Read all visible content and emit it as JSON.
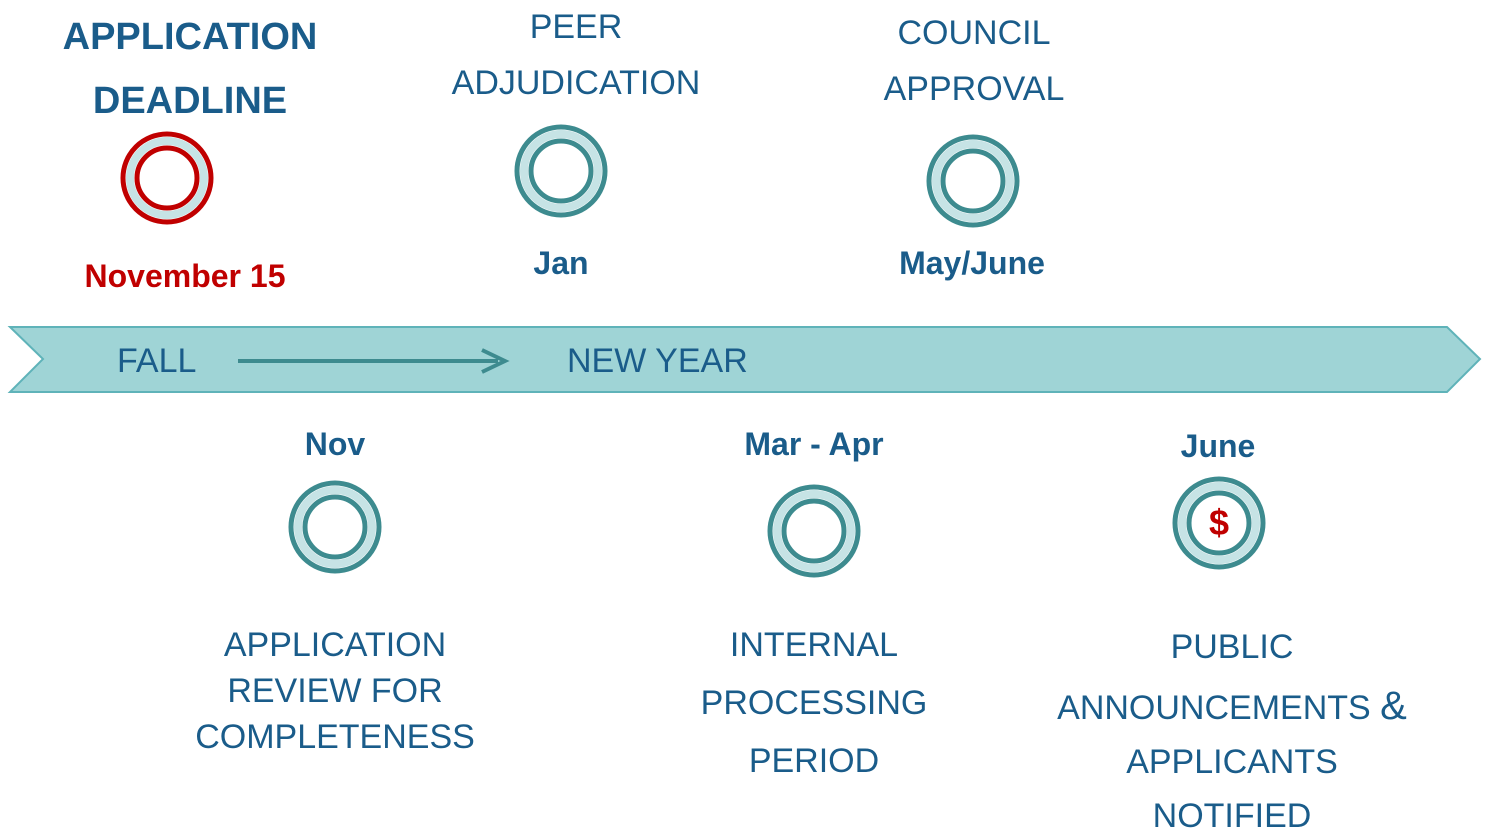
{
  "colors": {
    "band_fill": "#9fd4d6",
    "band_stroke": "#5fb3b9",
    "ring_teal": "#3d8b8f",
    "ring_red": "#c00000",
    "text_blue": "#1a5c8a",
    "text_red": "#c00000"
  },
  "band": {
    "left_label": "FALL",
    "right_label": "NEW YEAR"
  },
  "top": [
    {
      "title_lines": [
        "APPLICATION",
        "DEADLINE"
      ],
      "date": "November 15",
      "icon": "ring-red-icon"
    },
    {
      "title_lines": [
        "PEER",
        "ADJUDICATION"
      ],
      "date": "Jan",
      "icon": "ring-teal-icon"
    },
    {
      "title_lines": [
        "COUNCIL",
        "APPROVAL"
      ],
      "date": "May/June",
      "icon": "ring-teal-icon"
    }
  ],
  "bottom": [
    {
      "date": "Nov",
      "title_lines": [
        "APPLICATION",
        "REVIEW FOR",
        "COMPLETENESS"
      ],
      "icon": "ring-teal-icon"
    },
    {
      "date": "Mar - Apr",
      "title_lines": [
        "INTERNAL",
        "PROCESSING",
        "PERIOD"
      ],
      "icon": "ring-teal-icon"
    },
    {
      "date": "June",
      "title_lines": [
        "PUBLIC",
        "ANNOUNCEMENTS",
        "&",
        "APPLICANTS",
        "NOTIFIED"
      ],
      "icon": "dollar-ring-icon",
      "icon_symbol": "$"
    }
  ]
}
